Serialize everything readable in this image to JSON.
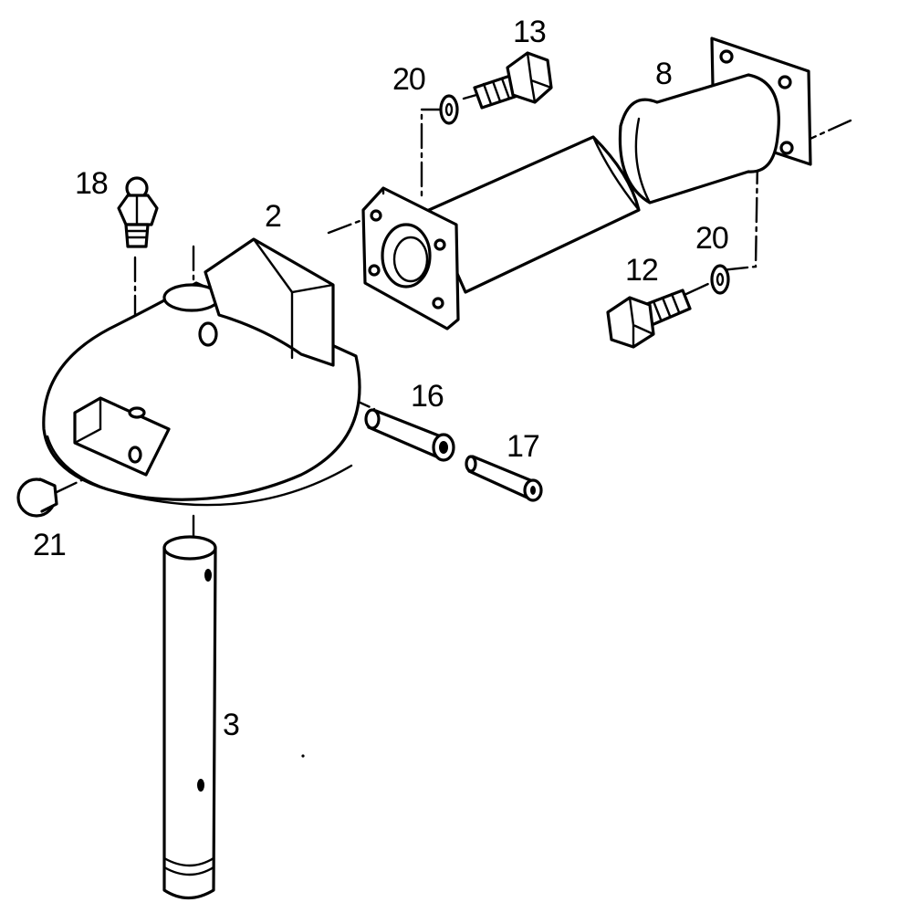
{
  "labels": {
    "p2": "2",
    "p3": "3",
    "p8": "8",
    "p12": "12",
    "p13": "13",
    "p16": "16",
    "p17": "17",
    "p18": "18",
    "p20a": "20",
    "p20b": "20",
    "p21": "21"
  },
  "colors": {
    "line": "#000000",
    "background": "#ffffff"
  }
}
